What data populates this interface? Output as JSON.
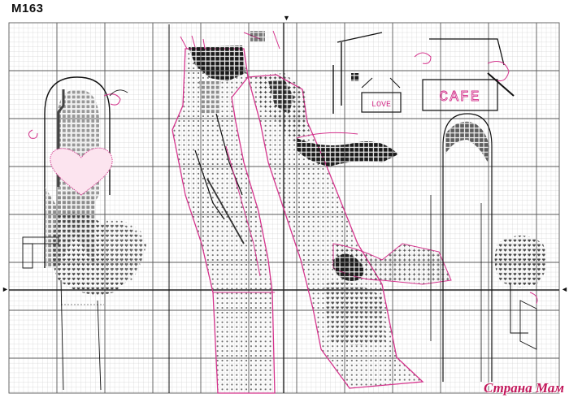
{
  "pattern": {
    "code": "M163",
    "sign_love": "LOVE",
    "sign_cafe": "CAFE",
    "center_marker_top": "▼",
    "center_marker_left": "►",
    "center_marker_right": "◄",
    "watermark": "Страна Мам"
  },
  "colors": {
    "grid_fine": "#bdbdbd",
    "grid_bold": "#555555",
    "backstitch": "#d4338c",
    "dark_symbol": "#111111",
    "mid_symbol": "#8a8a8a",
    "light_symbol": "#c9c9c9"
  }
}
